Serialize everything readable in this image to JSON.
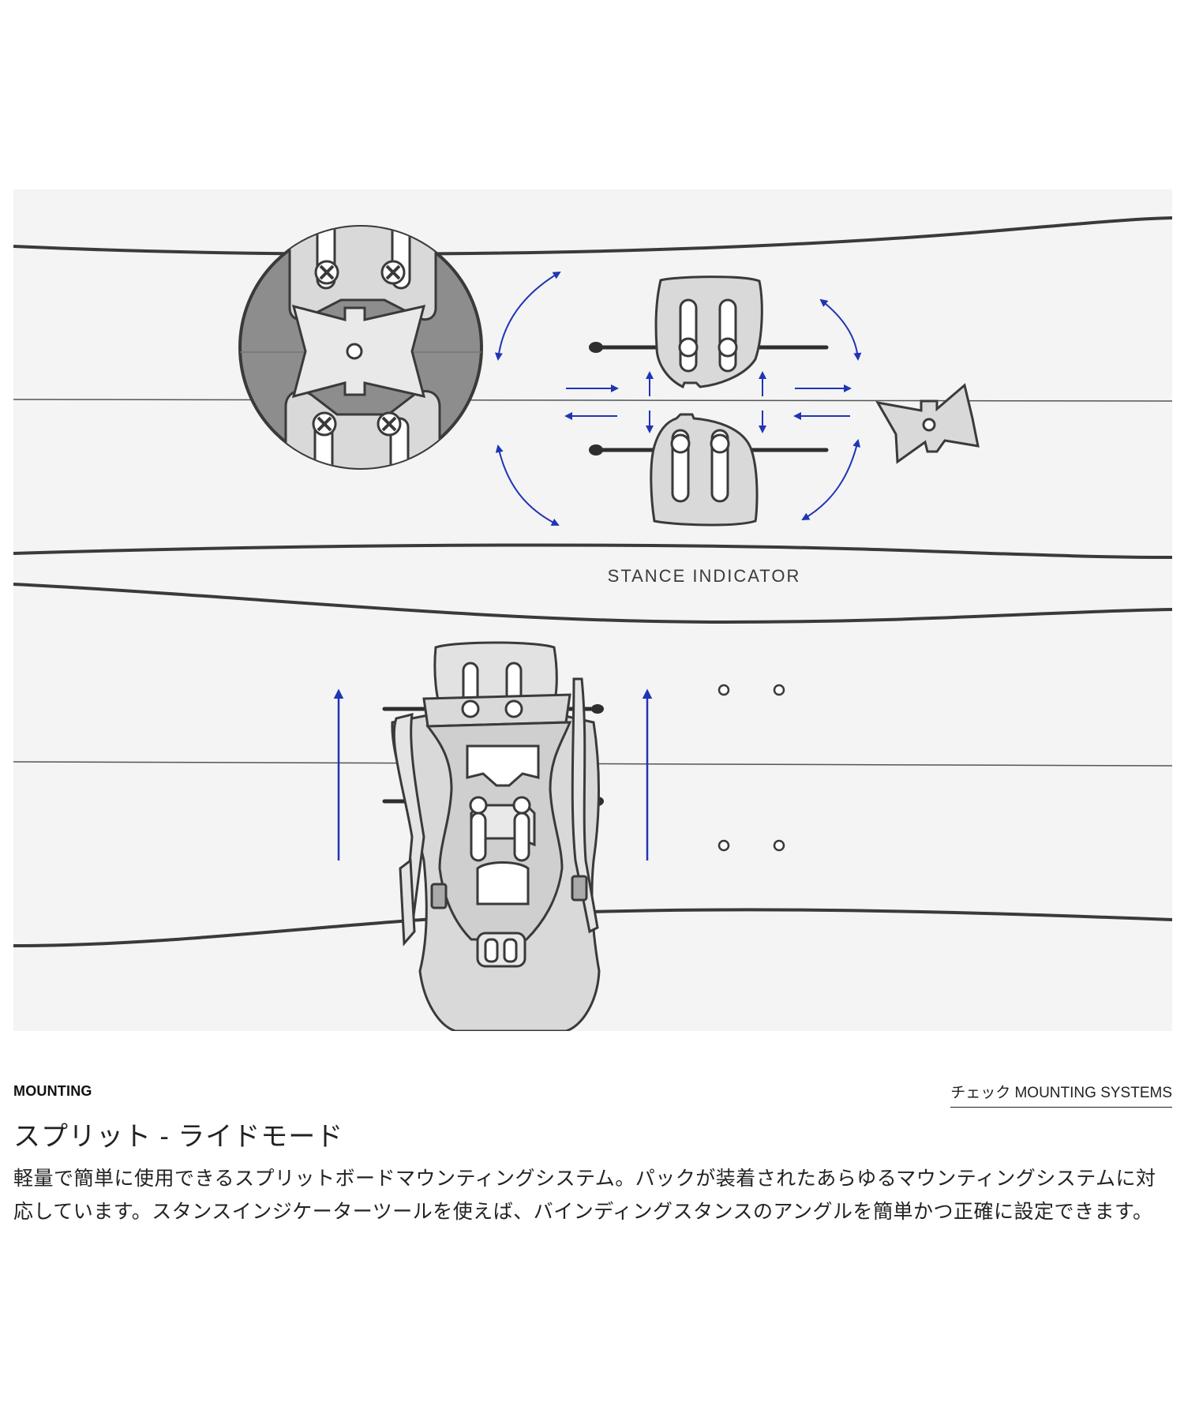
{
  "figure": {
    "label": "STANCE INDICATOR",
    "colors": {
      "background": "#f4f4f4",
      "outline": "#3a3a3a",
      "part_fill": "#d9d9d9",
      "arrow": "#1f35b5"
    }
  },
  "info": {
    "eyebrow": "MOUNTING",
    "link": "チェック MOUNTING SYSTEMS",
    "heading": "スプリット - ライドモード",
    "description": "軽量で簡単に使用できるスプリットボードマウンティングシステム。パックが装着されたあらゆるマウンティングシステムに対応しています。スタンスインジケーターツールを使えば、バインディングスタンスのアングルを簡単かつ正確に設定できます。"
  }
}
